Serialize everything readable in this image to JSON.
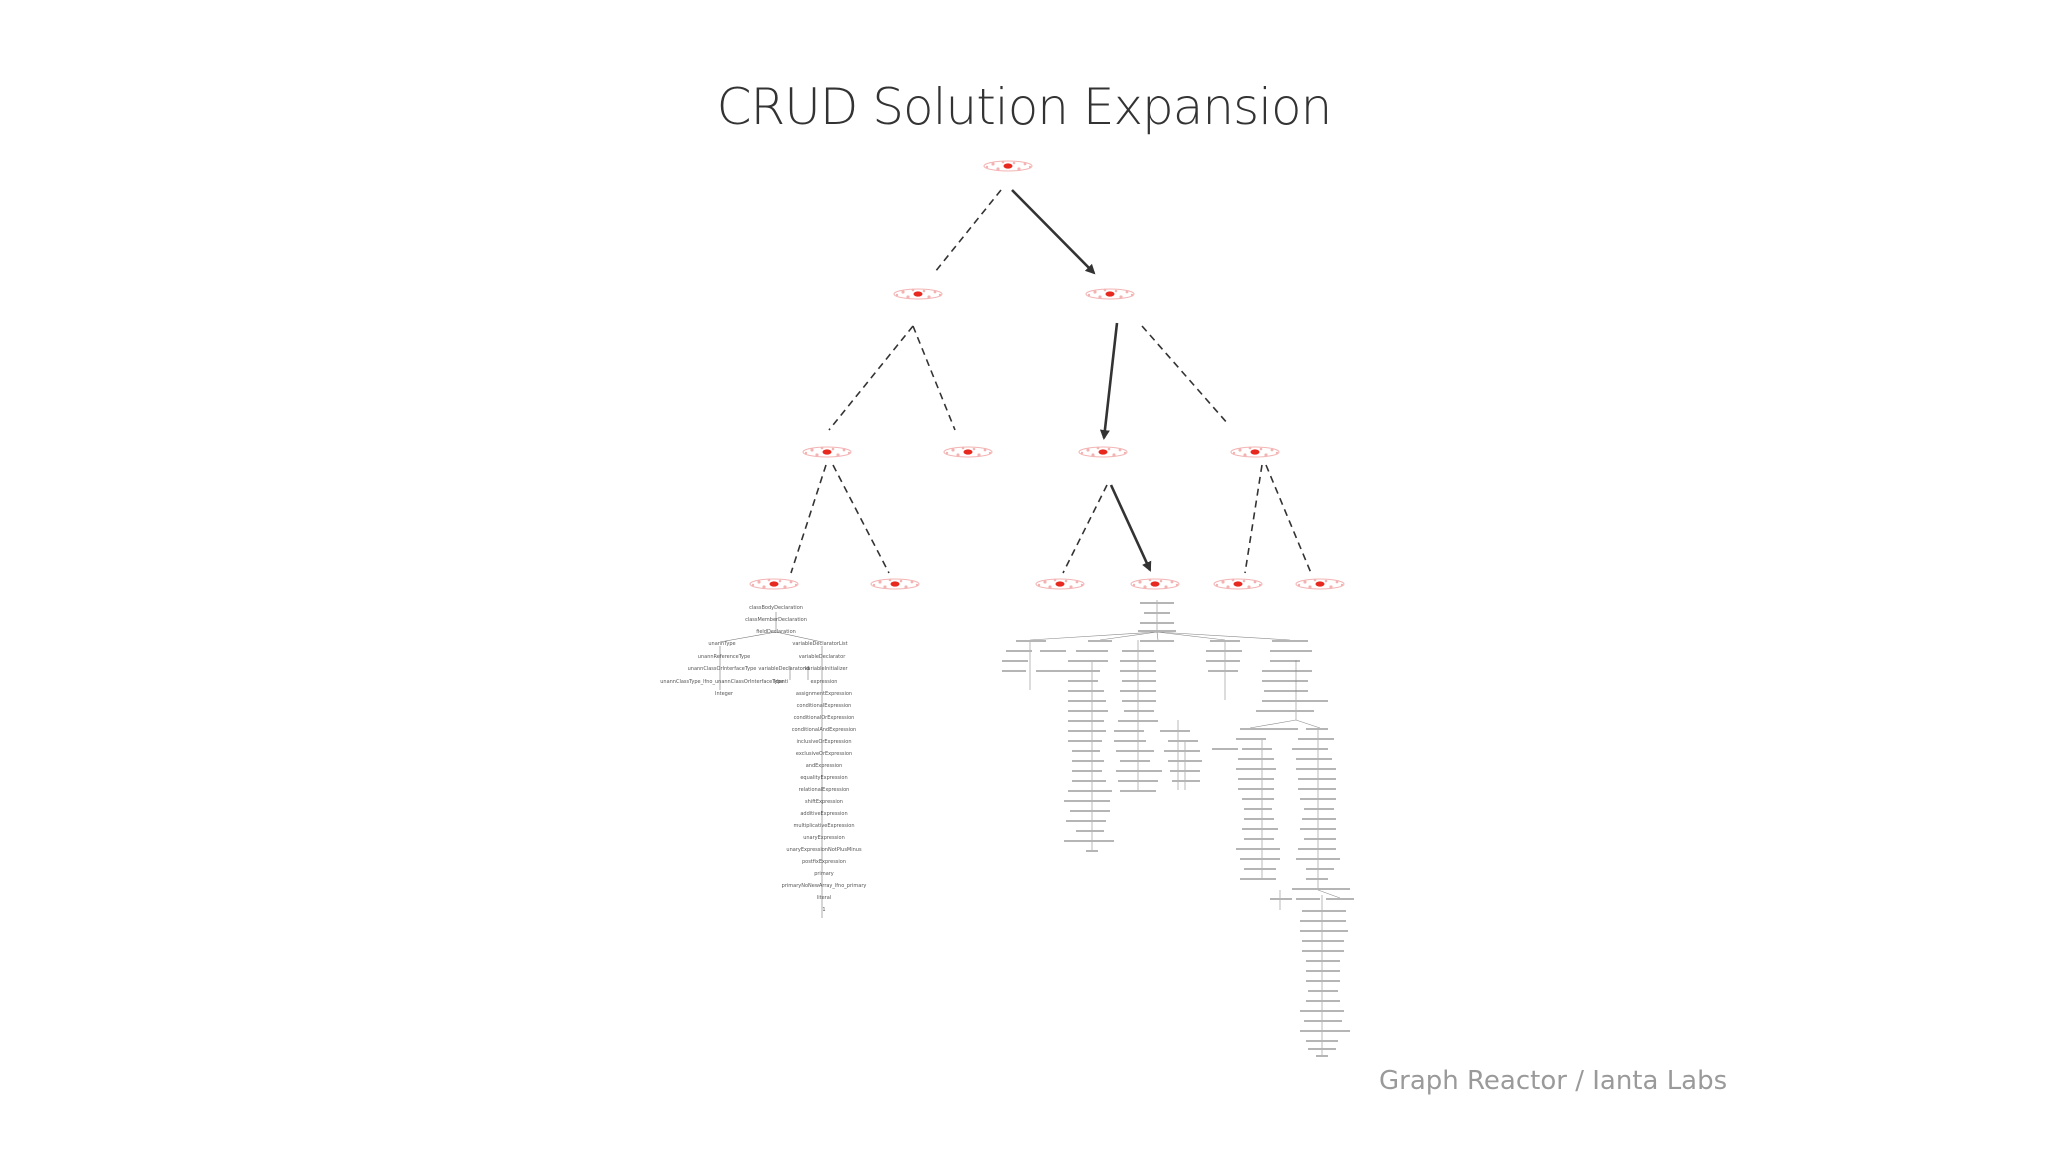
{
  "slide": {
    "title": "CRUD Solution Expansion",
    "footer": "Graph Reactor / Ianta Labs"
  },
  "colors": {
    "node_core": "#e8291f",
    "node_halo": "#f3b3b3",
    "edge": "#333333",
    "ast_text": "#555555",
    "title": "#333333",
    "footer": "#9a9a9a"
  },
  "tree": {
    "levels": 4,
    "solution_path_edges": [
      "root-L1b",
      "L1b-L2c",
      "L2c-L3d"
    ],
    "explored_edges_style": "dashed",
    "solution_edges_style": "solid-arrow"
  },
  "ast_left": [
    "classBodyDeclaration",
    "classMemberDeclaration",
    "fieldDeclaration",
    "unannType",
    "variableDeclaratorList",
    "unannReferenceType",
    "variableDeclarator",
    "unannClassOrInterfaceType",
    "variableDeclaratorId",
    "variableInitializer",
    "unannClassType_lfno_unannClassOrInterfaceType",
    "Identi",
    "expression",
    "Integer",
    "assignmentExpression",
    "conditionalExpression",
    "conditionalOrExpression",
    "conditionalAndExpression",
    "inclusiveOrExpression",
    "exclusiveOrExpression",
    "andExpression",
    "equalityExpression",
    "relationalExpression",
    "shiftExpression",
    "additiveExpression",
    "multiplicativeExpression",
    "unaryExpression",
    "unaryExpressionNotPlusMinus",
    "postfixExpression",
    "primary",
    "primaryNoNewArray_lfno_primary",
    "literal",
    "1"
  ]
}
